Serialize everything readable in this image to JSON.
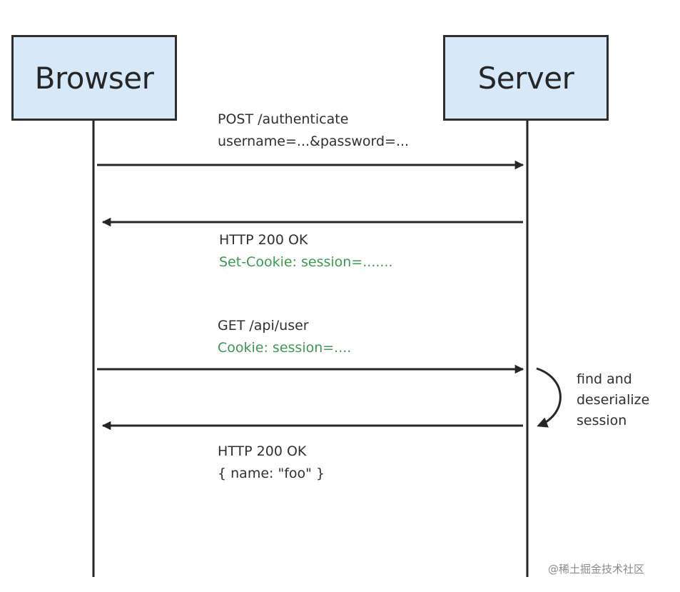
{
  "actors": {
    "browser": "Browser",
    "server": "Server"
  },
  "messages": [
    {
      "from": "Browser",
      "to": "Server",
      "lines": [
        "POST /authenticate",
        "username=...&password=..."
      ]
    },
    {
      "from": "Server",
      "to": "Browser",
      "lines": [
        "HTTP 200 OK",
        "Set-Cookie: session=......."
      ]
    },
    {
      "from": "Browser",
      "to": "Server",
      "lines": [
        "GET /api/user",
        "Cookie: session=...."
      ]
    },
    {
      "from": "Server",
      "to": "Browser",
      "lines": [
        "HTTP 200 OK",
        "{  name: \"foo\" }"
      ]
    }
  ],
  "server_note": [
    "find and",
    "deserialize",
    "session"
  ],
  "watermark": "@稀土掘金技术社区",
  "colors": {
    "actor_fill": "#d7e8f8",
    "line": "#262626",
    "highlight_text": "#3a9a4e"
  }
}
